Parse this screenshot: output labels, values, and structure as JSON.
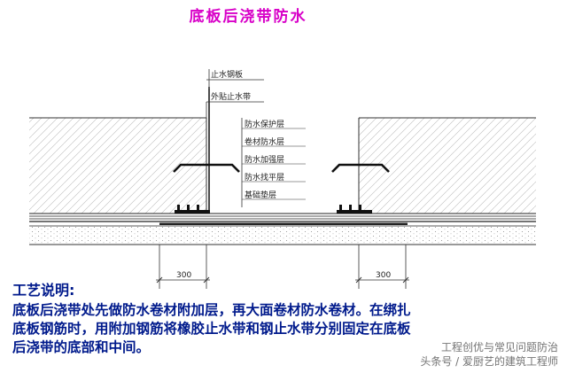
{
  "title": "底板后浇带防水",
  "labels": {
    "steel_waterstop": "止水钢板",
    "external_waterstop": "外贴止水带",
    "layers": [
      "防水保护层",
      "卷材防水层",
      "防水加强层",
      "防水找平层",
      "基础垫层"
    ]
  },
  "dimensions": {
    "left": "300",
    "right": "300"
  },
  "note": {
    "heading": "工艺说明:",
    "lines": [
      "底板后浇带处先做防水卷材附加层，再大面卷材防水卷材。在绑扎",
      "底板钢筋时，用附加钢筋将橡胶止水带和钢止水带分别固定在底板",
      "后浇带的底部和中间。"
    ]
  },
  "watermark": {
    "line1": "工程创优与常见问题防治",
    "line2": "头条号 / 爱厨艺的建筑工程师"
  },
  "colors": {
    "title": "#d800c8",
    "note": "#001a8c"
  }
}
